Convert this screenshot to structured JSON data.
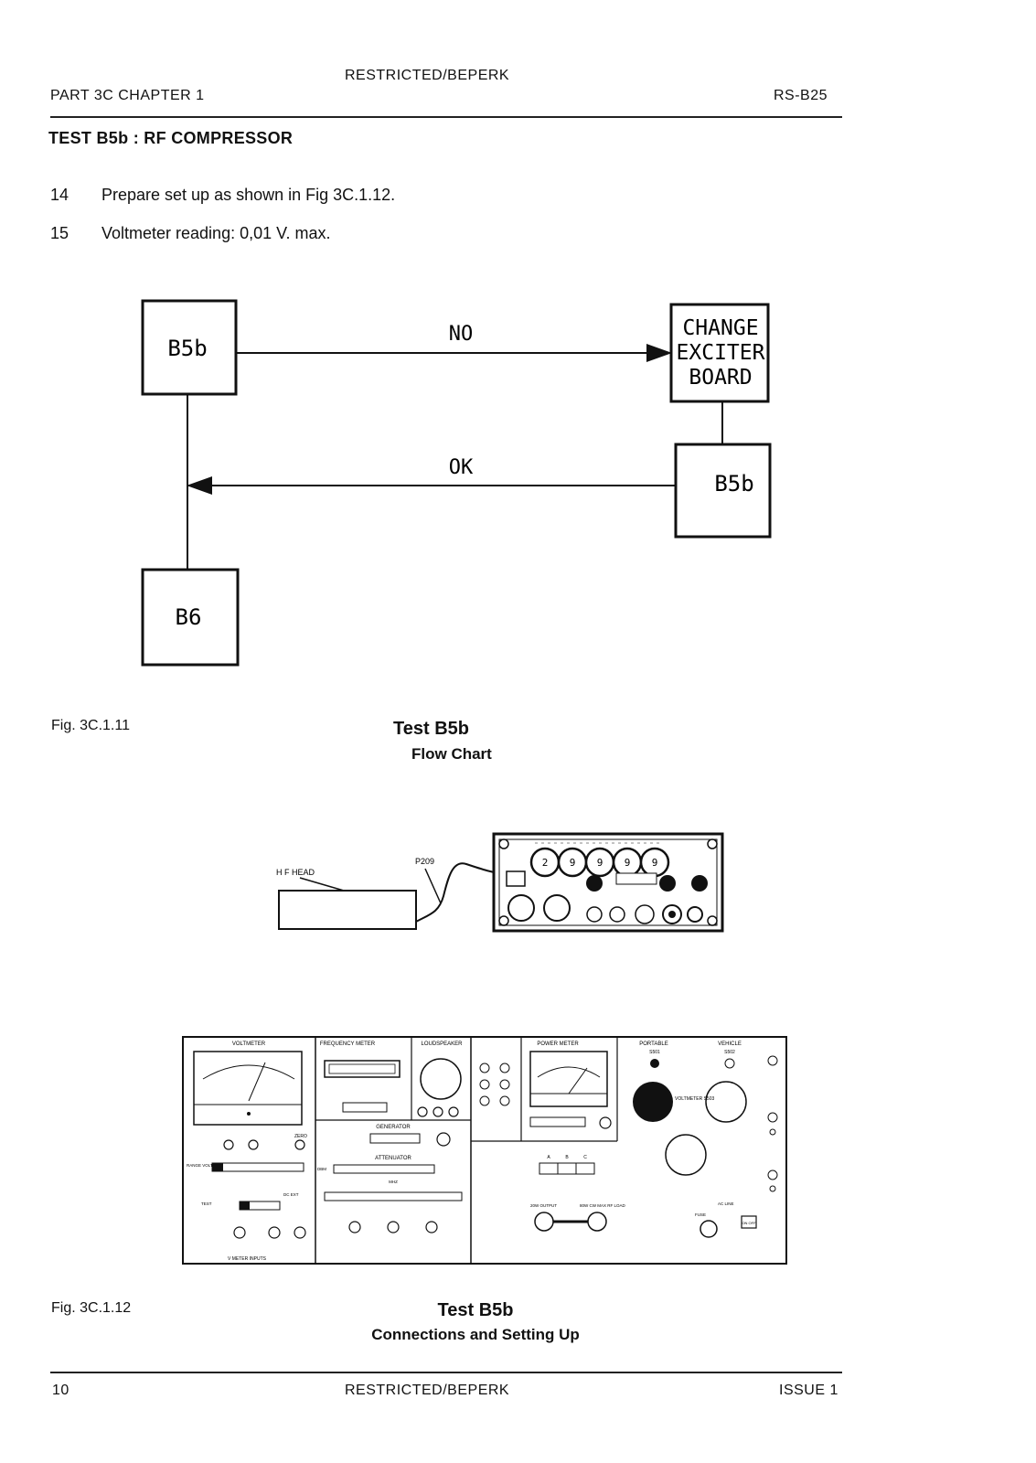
{
  "header": {
    "classification": "RESTRICTED/BEPERK",
    "part_chapter": "PART 3C CHAPTER 1",
    "doc_code": "RS-B25"
  },
  "section": {
    "title": "TEST B5b : RF COMPRESSOR",
    "steps": [
      {
        "num": "14",
        "text": "Prepare set up as shown in Fig 3C.1.12."
      },
      {
        "num": "15",
        "text": "Voltmeter reading: 0,01 V. max."
      }
    ]
  },
  "flowchart": {
    "start_box": "B5b",
    "change_box_lines": [
      "CHANGE",
      "EXCITER",
      "BOARD"
    ],
    "ok_box": "B5b",
    "end_box": "B6",
    "no_label": "NO",
    "ok_label": "OK"
  },
  "fig1": {
    "number": "Fig. 3C.1.11",
    "title": "Test B5b",
    "subtitle": "Flow Chart"
  },
  "setup": {
    "hf_head_label": "H F HEAD",
    "p209_label": "P209",
    "dial_digits": [
      "2",
      "9",
      "9",
      "9",
      "9"
    ]
  },
  "test_set": {
    "panels": {
      "voltmeter": "VOLTMETER",
      "frequency_meter": "FREQUENCY METER",
      "loudspeaker": "LOUDSPEAKER",
      "power_meter": "POWER METER",
      "portable": "PORTABLE",
      "vehicle": "VEHICLE",
      "generator": "GENERATOR",
      "attenuator": "ATTENUATOR",
      "v_meter_inputs": "V METER INPUTS",
      "voltmeter_s503": "VOLTMETER S503",
      "s501": "S501",
      "s502": "S502",
      "ac_line": "AC LINE",
      "fuse": "FUSE",
      "onoff": "ON OFF",
      "output_20w": "20W OUTPUT",
      "rf_load": "80W CW MAX RF LOAD",
      "zero": "ZERO",
      "range_volts": "RANGE VOLTS",
      "test": "TEST",
      "dc_ext": "DC EXT",
      "mhz": "MHZ",
      "dbm": "DBM",
      "abc": [
        "A",
        "B",
        "C"
      ]
    }
  },
  "fig2": {
    "number": "Fig. 3C.1.12",
    "title": "Test B5b",
    "subtitle": "Connections and Setting Up"
  },
  "footer": {
    "page": "10",
    "classification": "RESTRICTED/BEPERK",
    "issue": "ISSUE 1"
  }
}
